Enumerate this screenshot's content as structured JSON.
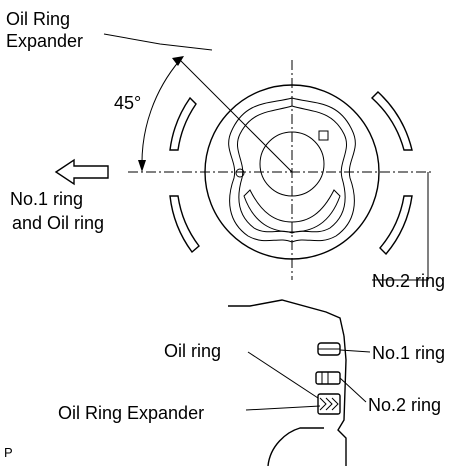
{
  "top_view": {
    "label_oil_ring_expander_line1": "Oil Ring",
    "label_oil_ring_expander_line2": "Expander",
    "angle_label": "45°",
    "label_no1_and_oil_line1": "No.1 ring",
    "label_no1_and_oil_line2": "and Oil ring",
    "label_no2_ring": "No.2 ring"
  },
  "side_view": {
    "label_oil_ring": "Oil ring",
    "label_no1_ring": "No.1 ring",
    "label_no2_ring": "No.2 ring",
    "label_oil_ring_expander": "Oil Ring Expander"
  },
  "corner_mark": "P"
}
